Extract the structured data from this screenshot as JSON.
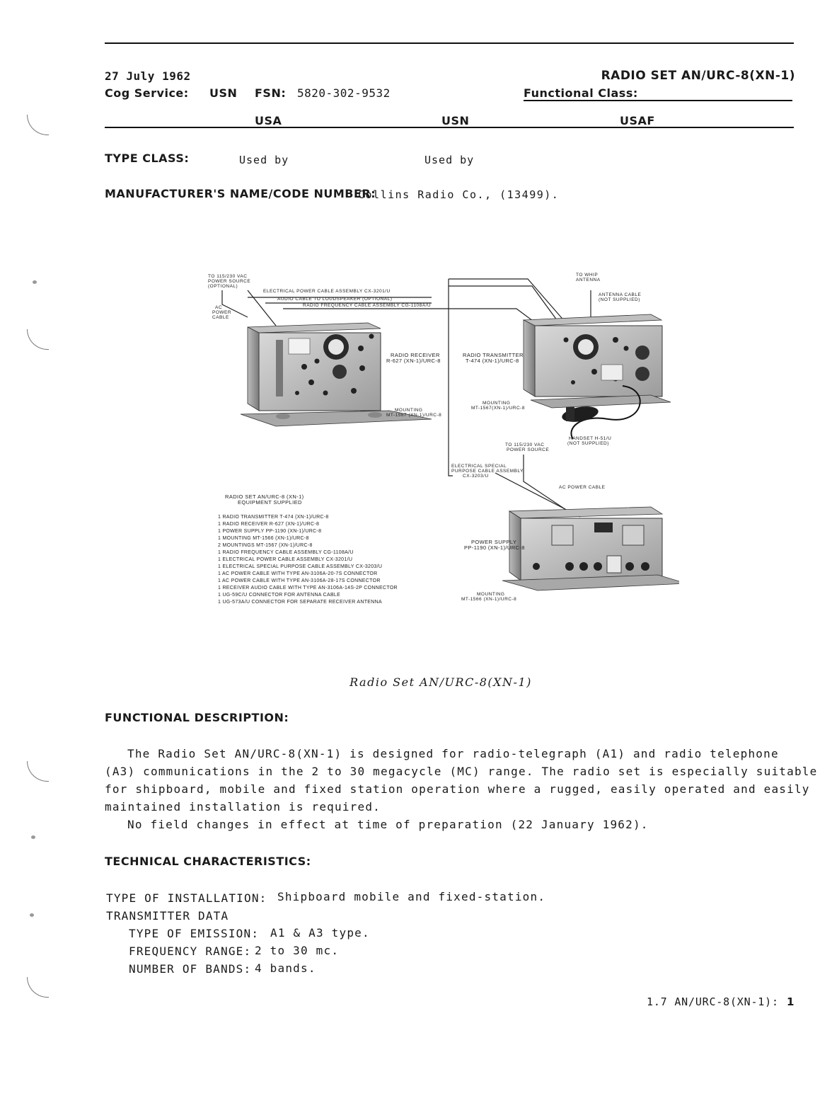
{
  "header": {
    "date": "27 July 1962",
    "cog_label": "Cog Service:",
    "cog_value": "USN",
    "fsn_label": "FSN:",
    "fsn_value": "5820-302-9532",
    "title": "RADIO SET AN/URC-8(XN-1)",
    "functional_class_label": "Functional Class:"
  },
  "services": [
    "USA",
    "USN",
    "USAF"
  ],
  "type_class": {
    "label": "TYPE CLASS:",
    "usa": "Used by",
    "usn": "Used by"
  },
  "manufacturer": {
    "label": "MANUFACTURER'S NAME/CODE NUMBER:",
    "value": "Collins Radio Co., (13499)."
  },
  "diagram": {
    "labels": {
      "top_source": [
        "TO 115/230 VAC",
        "POWER SOURCE",
        "(OPTIONAL)"
      ],
      "ac_power_cable_left": [
        "AC",
        "POWER",
        "CABLE"
      ],
      "cable1": "ELECTRICAL POWER CABLE ASSEMBLY CX-3201/U",
      "cable2": "AUDIO CABLE TO LOUDSPEAKER (OPTIONAL)",
      "cable3": "RADIO FREQUENCY CABLE ASSEMBLY CG-1108A/U",
      "whip": [
        "TO WHIP",
        "ANTENNA"
      ],
      "antenna_cable": [
        "ANTENNA CABLE",
        "(NOT SUPPLIED)"
      ],
      "receiver": [
        "RADIO RECEIVER",
        "R-627 (XN-1)/URC-8"
      ],
      "transmitter": [
        "RADIO TRANSMITTER",
        "T-474 (XN-1)/URC-8"
      ],
      "mounting_rx": [
        "MOUNTING",
        "MT-1567 (XN-1)/URC-8"
      ],
      "mounting_tx": [
        "MOUNTING",
        "MT-1567(XN-1)/URC-8"
      ],
      "power_source": [
        "TO 115/230 VAC",
        "POWER SOURCE"
      ],
      "handset": [
        "HANDSET H-51/U",
        "(NOT SUPPLIED)"
      ],
      "special_cable": [
        "ELECTRICAL SPECIAL",
        "PURPOSE CABLE ASSEMBLY",
        "CX-3203/U"
      ],
      "ac_power_cable_right": "AC POWER CABLE",
      "power_supply": [
        "POWER SUPPLY",
        "PP-1190 (XN-1)/URC-8"
      ],
      "mounting_ps": [
        "MOUNTING",
        "MT-1566 (XN-1)/URC-8"
      ]
    },
    "equipment_title": [
      "RADIO SET AN/URC-8 (XN-1)",
      "EQUIPMENT SUPPLIED"
    ],
    "equipment": [
      "1 RADIO TRANSMITTER T-474 (XN-1)/URC-8",
      "1 RADIO RECEIVER R-627 (XN-1)/URC-8",
      "1 POWER SUPPLY PP-1190 (XN-1)/URC-8",
      "1 MOUNTING MT-1566 (XN-1)/URC-8",
      "2 MOUNTINGS MT-1567 (XN-1)/URC-8",
      "1 RADIO FREQUENCY CABLE ASSEMBLY CG-1108A/U",
      "1 ELECTRICAL POWER CABLE ASSEMBLY CX-3201/U",
      "1 ELECTRICAL SPECIAL PURPOSE CABLE ASSEMBLY CX-3203/U",
      "1 AC POWER CABLE WITH TYPE AN-3106A-20-7S CONNECTOR",
      "1 AC POWER CABLE WITH TYPE AN-3106A-28-17S CONNECTOR",
      "1 RECEIVER AUDIO CABLE WITH TYPE AN-3106A-14S-2P CONNECTOR",
      "1 UG-59C/U CONNECTOR FOR ANTENNA CABLE",
      "1 UG-573A/U CONNECTOR FOR SEPARATE RECEIVER ANTENNA"
    ]
  },
  "caption": "Radio Set AN/URC-8(XN-1)",
  "functional": {
    "heading": "FUNCTIONAL DESCRIPTION:",
    "lines": [
      "The Radio Set AN/URC-8(XN-1) is designed for radio-telegraph (A1) and radio telephone",
      "(A3) communications in the 2 to 30 megacycle (MC) range. The radio set is especially suitable",
      "for shipboard, mobile and fixed station operation where a rugged, easily operated and easily",
      "maintained installation is required.",
      "No field changes in effect at time of preparation (22 January 1962)."
    ]
  },
  "technical": {
    "heading": "TECHNICAL CHARACTERISTICS:",
    "installation_label": "TYPE OF INSTALLATION:",
    "installation_value": "Shipboard mobile and fixed-station.",
    "transmitter_heading": "TRANSMITTER DATA",
    "emission_label": "TYPE OF EMISSION:",
    "emission_value": "A1 & A3 type.",
    "frequency_label": "FREQUENCY RANGE:",
    "frequency_value": "2 to 30 mc.",
    "bands_label": "NUMBER OF BANDS:",
    "bands_value": "4 bands."
  },
  "footer": {
    "page_ref": "1.7 AN/URC-8(XN-1):",
    "page_num": "1"
  }
}
